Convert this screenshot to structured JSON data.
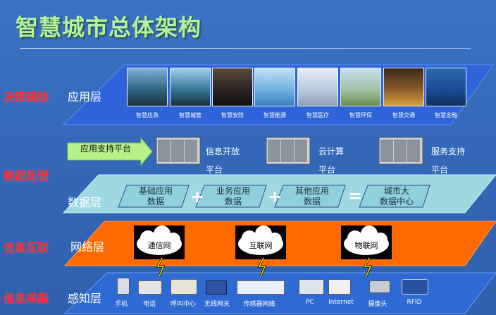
{
  "title": "智慧城市总体架构",
  "side_labels": [
    "决策辅助",
    "数据处理",
    "信息互联",
    "信息采集"
  ],
  "layers": {
    "application": {
      "name": "应用层",
      "apps": [
        "智慧应急",
        "智慧城管",
        "智慧安防",
        "智慧能源",
        "智慧医疗",
        "智慧环保",
        "智慧交通",
        "智慧金融"
      ]
    },
    "support": {
      "arrow_label": "应用支持平台",
      "platforms": [
        "信息开放\n平台",
        "云计算\n平台",
        "服务支持\n平台"
      ]
    },
    "data": {
      "name": "数据层",
      "items": [
        "基础应用\n数据",
        "业务应用\n数据",
        "其他应用\n数据",
        "城市大\n数据中心"
      ],
      "operators": [
        "+",
        "+",
        "="
      ]
    },
    "network": {
      "name": "网络层",
      "nets": [
        "通信网",
        "互联网",
        "物联网"
      ]
    },
    "sensing": {
      "name": "感知层",
      "devices": [
        "手机",
        "电话",
        "呼叫中心",
        "无线网关",
        "传感器网络",
        "PC",
        "Internet",
        "摄像头",
        "RFID"
      ]
    }
  },
  "colors": {
    "background": "#3568b8",
    "title": "#b6f2a0",
    "side_label": "#ff2828",
    "band_app": "#2f63d9",
    "band_data": "#9fd8e0",
    "band_network": "#ff6a00",
    "band_sensing": "#2e6ad4",
    "arrow": "#b8f08a"
  }
}
